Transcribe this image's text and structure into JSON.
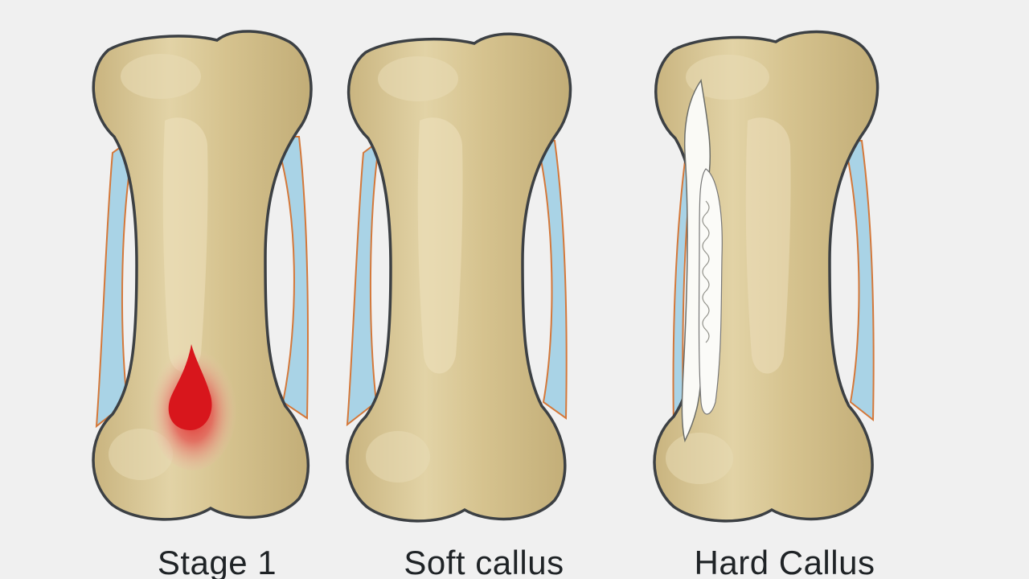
{
  "panels": [
    {
      "label": "Stage 1",
      "feature": "hematoma"
    },
    {
      "label": "Soft callus",
      "feature": "none"
    },
    {
      "label": "Hard Callus",
      "feature": "callus"
    }
  ],
  "colors": {
    "background": "#f0f0f0",
    "bone_fill": "#d2bf8c",
    "bone_highlight": "#e6d9b2",
    "bone_outline": "#3c4044",
    "periosteum_blue": "#a9d3e6",
    "periosteum_orange": "#d4783a",
    "hematoma_red": "#d8161c",
    "callus_white": "#fafaf6",
    "caption_text": "#1f2326"
  }
}
